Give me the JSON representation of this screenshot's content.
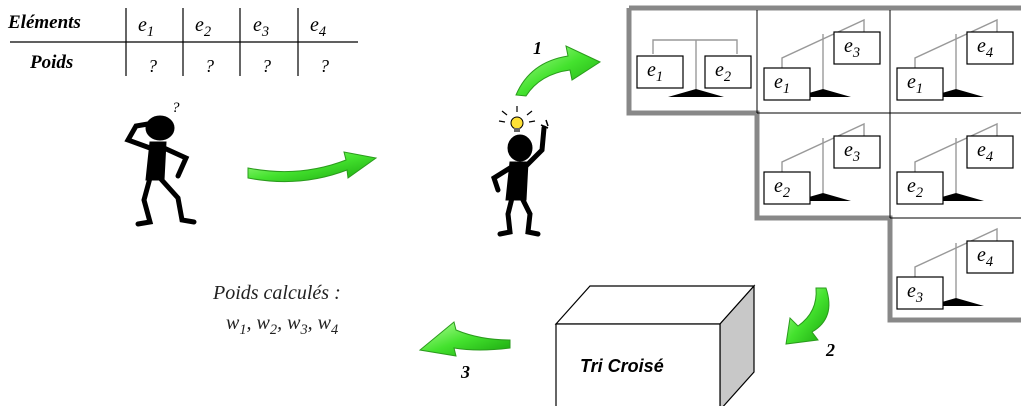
{
  "table": {
    "row1_header": "Eléments",
    "row2_header": "Poids",
    "elements": [
      "e1",
      "e2",
      "e3",
      "e4"
    ],
    "weights": [
      "?",
      "?",
      "?",
      "?"
    ]
  },
  "thinker": {
    "thought_mark": "?"
  },
  "steps": {
    "step1": "1",
    "step2": "2",
    "step3": "3"
  },
  "comparisons": [
    {
      "left": "e1",
      "right": "e2"
    },
    {
      "left": "e1",
      "right": "e3"
    },
    {
      "left": "e1",
      "right": "e4"
    },
    {
      "left": "e2",
      "right": "e3"
    },
    {
      "left": "e2",
      "right": "e4"
    },
    {
      "left": "e3",
      "right": "e4"
    }
  ],
  "box": {
    "label": "Tri Croisé"
  },
  "result": {
    "line1": "Poids calculés :",
    "weights": [
      "w1",
      "w2",
      "w3",
      "w4"
    ]
  },
  "colors": {
    "arrow_green": "#33dd22",
    "arrow_dark": "#1a8a10",
    "staircase": "#888888",
    "box_side": "#c8c8c8"
  }
}
